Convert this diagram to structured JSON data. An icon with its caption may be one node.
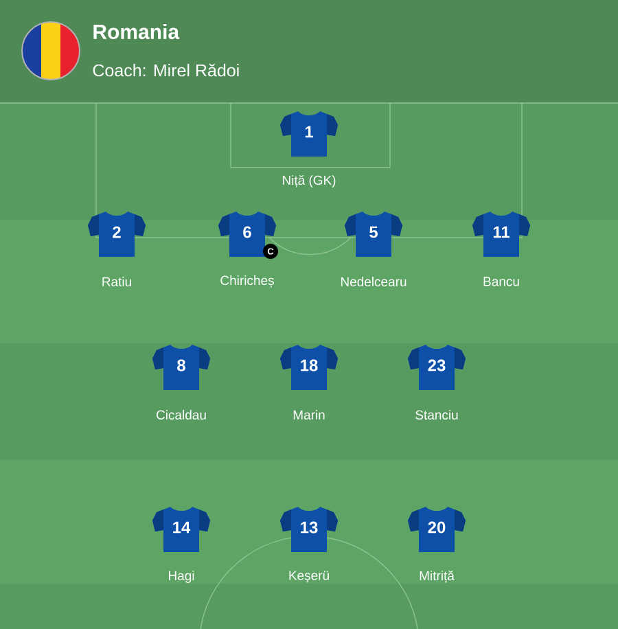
{
  "diagram": {
    "title": "Romania",
    "nodes": [
      {
        "text": [
          "1"
        ],
        "beside": [
          "Niță (GK)"
        ]
      },
      {
        "text": [
          "2"
        ],
        "beside": [
          "Ratiu"
        ]
      },
      {
        "text": [
          "6"
        ],
        "beside": [
          "Chiricheș"
        ]
      },
      {
        "text": [
          "5"
        ],
        "beside": [
          "Nedelcearu"
        ]
      },
      {
        "text": [
          "11"
        ],
        "beside": [
          "Bancu"
        ]
      },
      {
        "text": [
          "8"
        ],
        "beside": [
          "Cicaldau"
        ]
      },
      {
        "text": [
          "18"
        ],
        "beside": [
          "Marin"
        ]
      },
      {
        "text": [
          "23"
        ],
        "beside": [
          "Stanciu"
        ]
      },
      {
        "text": [
          "14"
        ],
        "beside": [
          "Hagi"
        ]
      },
      {
        "text": [
          "13"
        ],
        "beside": [
          "Keșerü"
        ]
      },
      {
        "text": [
          "20"
        ],
        "beside": [
          "Mitriță"
        ]
      }
    ],
    "labels": [
      "Coach: Mirel Rădoi",
      "C"
    ]
  }
}
